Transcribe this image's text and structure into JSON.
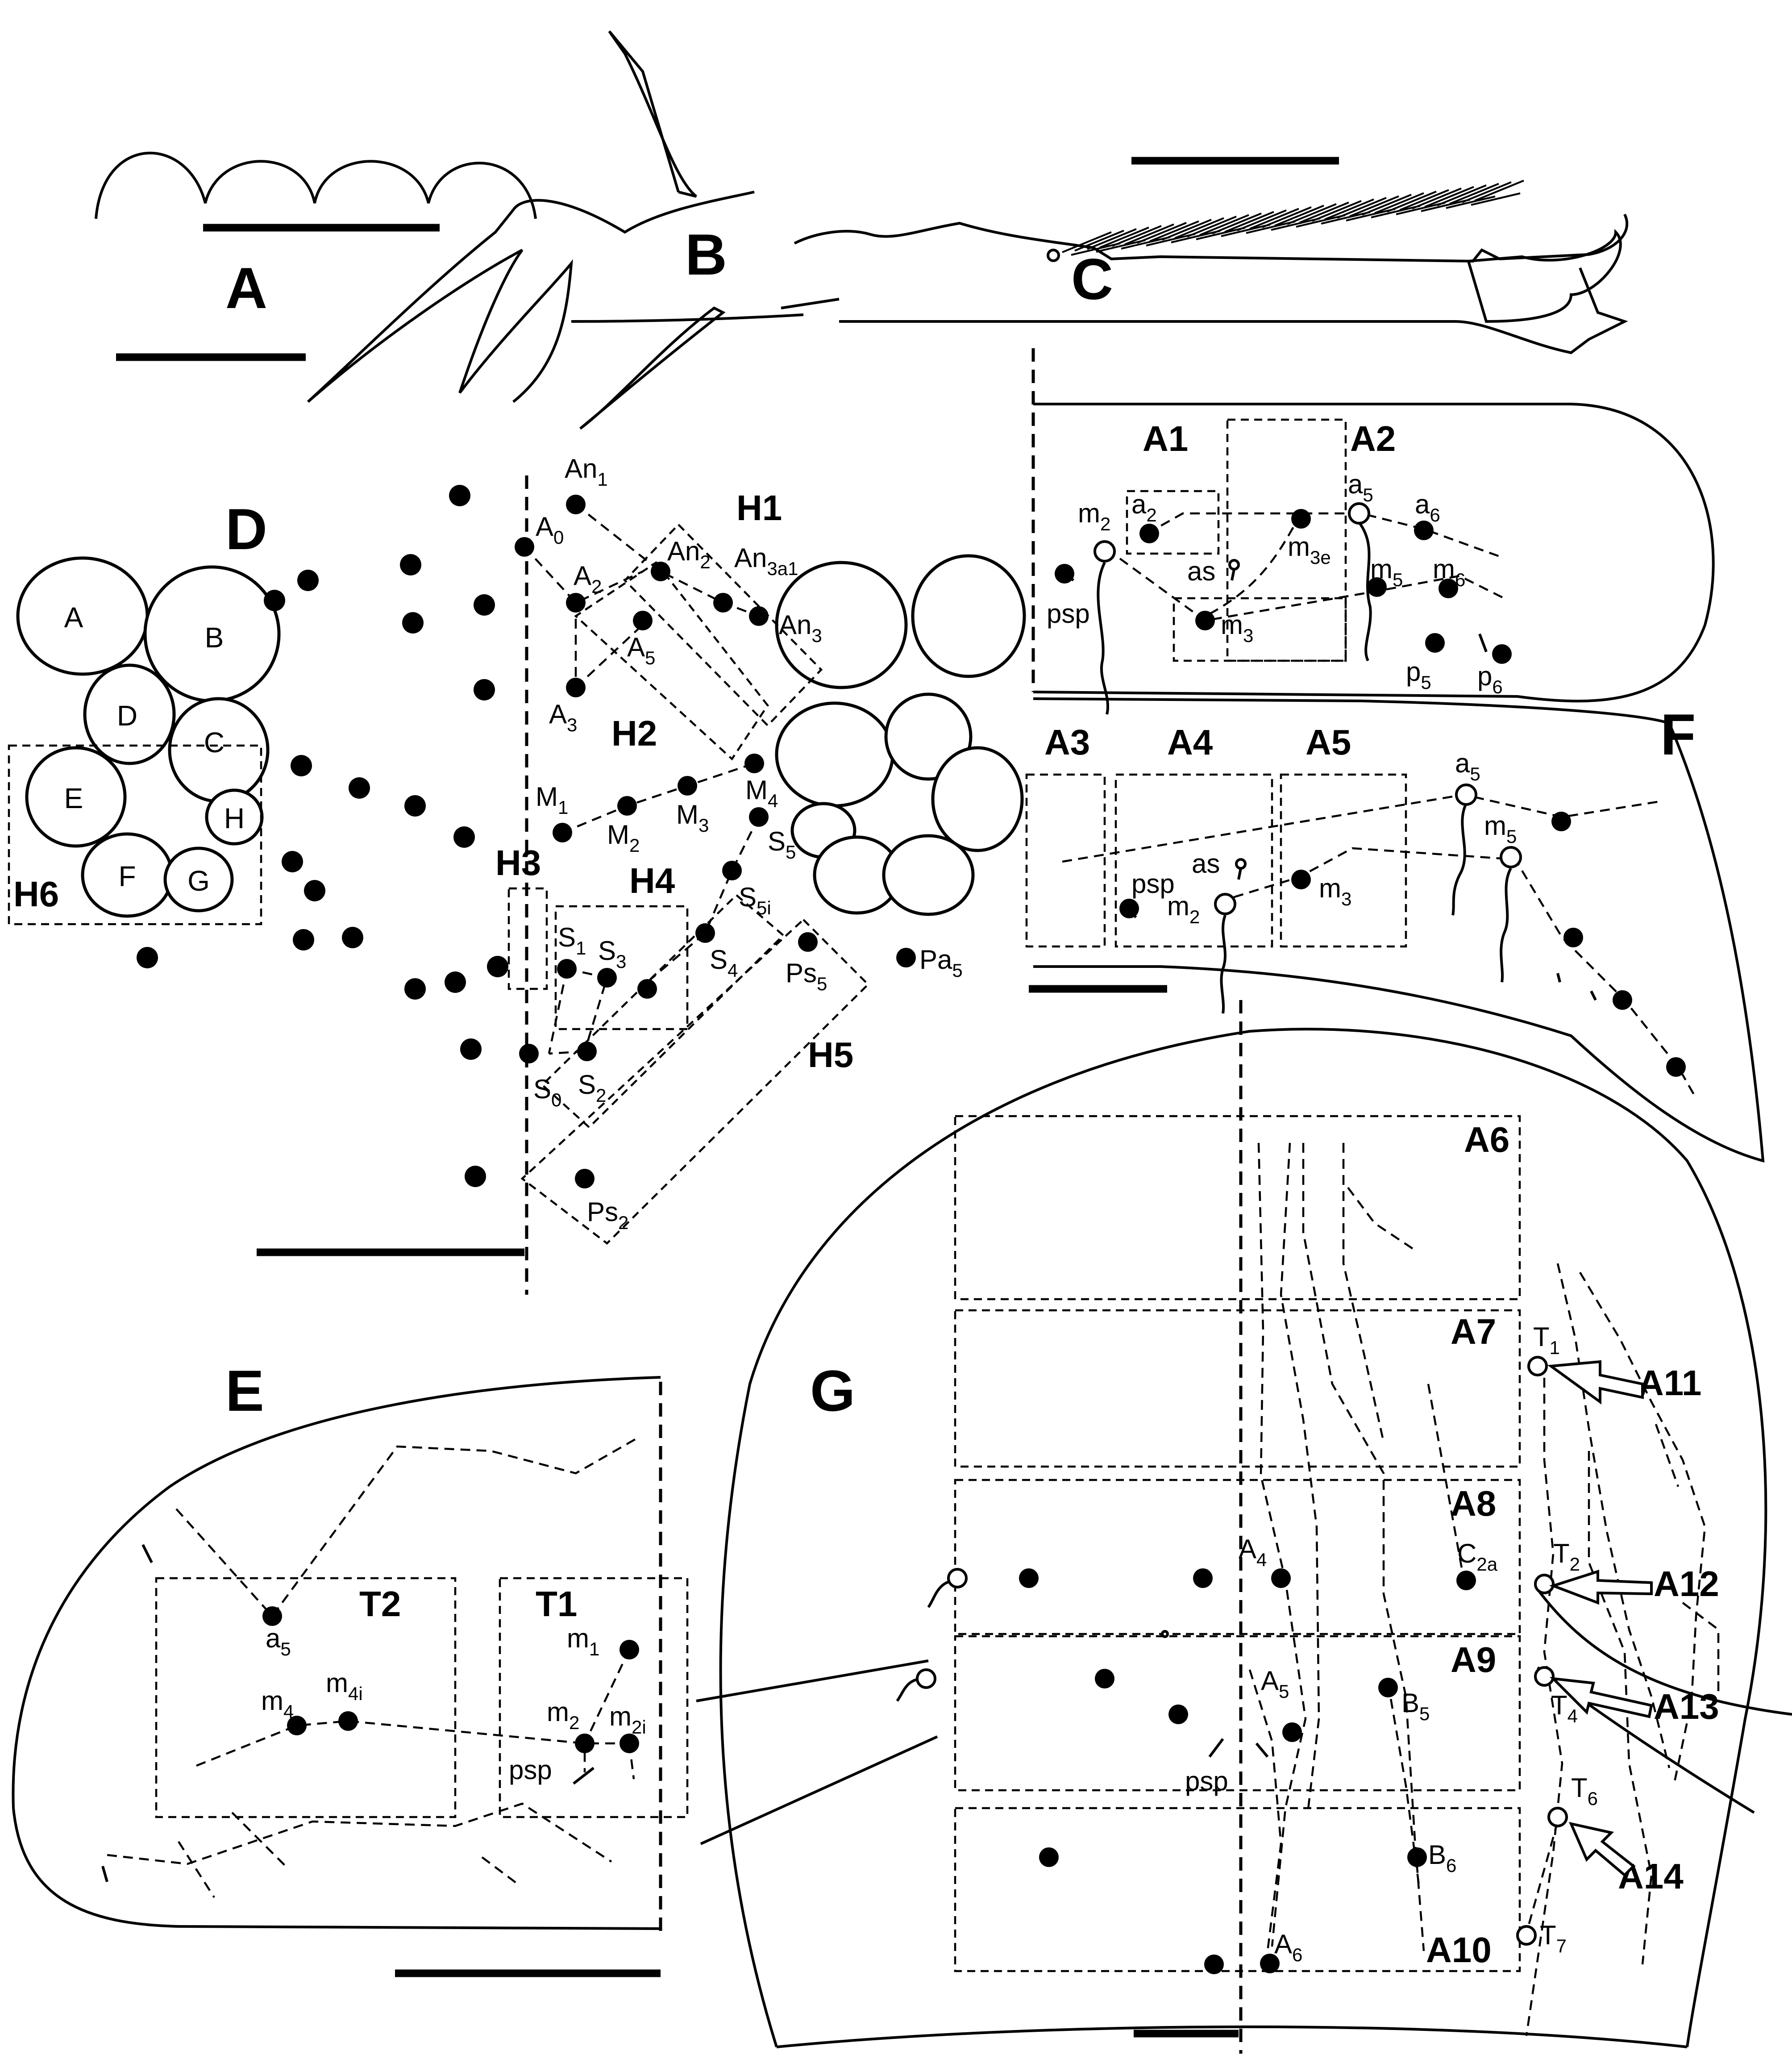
{
  "panels": {
    "A": "A",
    "B": "B",
    "C": "C",
    "D": "D",
    "E": "E",
    "F": "F",
    "G": "G"
  },
  "eye_letters": [
    "A",
    "B",
    "C",
    "D",
    "E",
    "F",
    "G",
    "H"
  ],
  "areas": {
    "H1": "H1",
    "H2": "H2",
    "H3": "H3",
    "H4": "H4",
    "H5": "H5",
    "H6": "H6",
    "A1": "A1",
    "A2": "A2",
    "A3": "A3",
    "A4": "A4",
    "A5": "A5",
    "A6": "A6",
    "A7": "A7",
    "A8": "A8",
    "A9": "A9",
    "A10": "A10",
    "A11": "A11",
    "A12": "A12",
    "A13": "A13",
    "A14": "A14",
    "T1": "T1",
    "T2": "T2"
  },
  "head_chaetae": {
    "An1": {
      "b": "An",
      "s": "1"
    },
    "A0": {
      "b": "A",
      "s": "0"
    },
    "An2": {
      "b": "An",
      "s": "2"
    },
    "An3a1": {
      "b": "An",
      "s": "3a1"
    },
    "An3": {
      "b": "An",
      "s": "3"
    },
    "A2": {
      "b": "A",
      "s": "2"
    },
    "A5": {
      "b": "A",
      "s": "5"
    },
    "A3": {
      "b": "A",
      "s": "3"
    },
    "M1": {
      "b": "M",
      "s": "1"
    },
    "M2": {
      "b": "M",
      "s": "2"
    },
    "M3": {
      "b": "M",
      "s": "3"
    },
    "M4": {
      "b": "M",
      "s": "4"
    },
    "S5": {
      "b": "S",
      "s": "5"
    },
    "S5i": {
      "b": "S",
      "s": "5i"
    },
    "S4": {
      "b": "S",
      "s": "4"
    },
    "S1": {
      "b": "S",
      "s": "1"
    },
    "S3": {
      "b": "S",
      "s": "3"
    },
    "S0": {
      "b": "S",
      "s": "0"
    },
    "S2": {
      "b": "S",
      "s": "2"
    },
    "Ps5": {
      "b": "Ps",
      "s": "5"
    },
    "Ps2": {
      "b": "Ps",
      "s": "2"
    },
    "Pa5": {
      "b": "Pa",
      "s": "5"
    }
  },
  "thorax_chaetae": {
    "m2": {
      "b": "m",
      "s": "2"
    },
    "a2": {
      "b": "a",
      "s": "2"
    },
    "as": {
      "b": "as",
      "s": ""
    },
    "psp": {
      "b": "psp",
      "s": ""
    },
    "m3": {
      "b": "m",
      "s": "3"
    },
    "m3e": {
      "b": "m",
      "s": "3e"
    },
    "a5": {
      "b": "a",
      "s": "5"
    },
    "a6": {
      "b": "a",
      "s": "6"
    },
    "m5": {
      "b": "m",
      "s": "5"
    },
    "m6": {
      "b": "m",
      "s": "6"
    },
    "p5": {
      "b": "p",
      "s": "5"
    },
    "p6": {
      "b": "p",
      "s": "6"
    }
  },
  "f_chaetae": {
    "a5": {
      "b": "a",
      "s": "5"
    },
    "m5": {
      "b": "m",
      "s": "5"
    },
    "as": {
      "b": "as",
      "s": ""
    },
    "psp": {
      "b": "psp",
      "s": ""
    },
    "m2": {
      "b": "m",
      "s": "2"
    },
    "m3": {
      "b": "m",
      "s": "3"
    }
  },
  "e_chaetae": {
    "a5": {
      "b": "a",
      "s": "5"
    },
    "m4": {
      "b": "m",
      "s": "4"
    },
    "m4i": {
      "b": "m",
      "s": "4i"
    },
    "m1": {
      "b": "m",
      "s": "1"
    },
    "m2": {
      "b": "m",
      "s": "2"
    },
    "m2i": {
      "b": "m",
      "s": "2i"
    },
    "psp": {
      "b": "psp",
      "s": ""
    }
  },
  "g_chaetae": {
    "T1": {
      "b": "T",
      "s": "1"
    },
    "T2": {
      "b": "T",
      "s": "2"
    },
    "T4": {
      "b": "T",
      "s": "4"
    },
    "T6": {
      "b": "T",
      "s": "6"
    },
    "T7": {
      "b": "T",
      "s": "7"
    },
    "A4": {
      "b": "A",
      "s": "4"
    },
    "A5": {
      "b": "A",
      "s": "5"
    },
    "A6": {
      "b": "A",
      "s": "6"
    },
    "C2a": {
      "b": "C",
      "s": "2a"
    },
    "B5": {
      "b": "B",
      "s": "5"
    },
    "B6": {
      "b": "B",
      "s": "6"
    },
    "psp": {
      "b": "psp",
      "s": ""
    }
  }
}
